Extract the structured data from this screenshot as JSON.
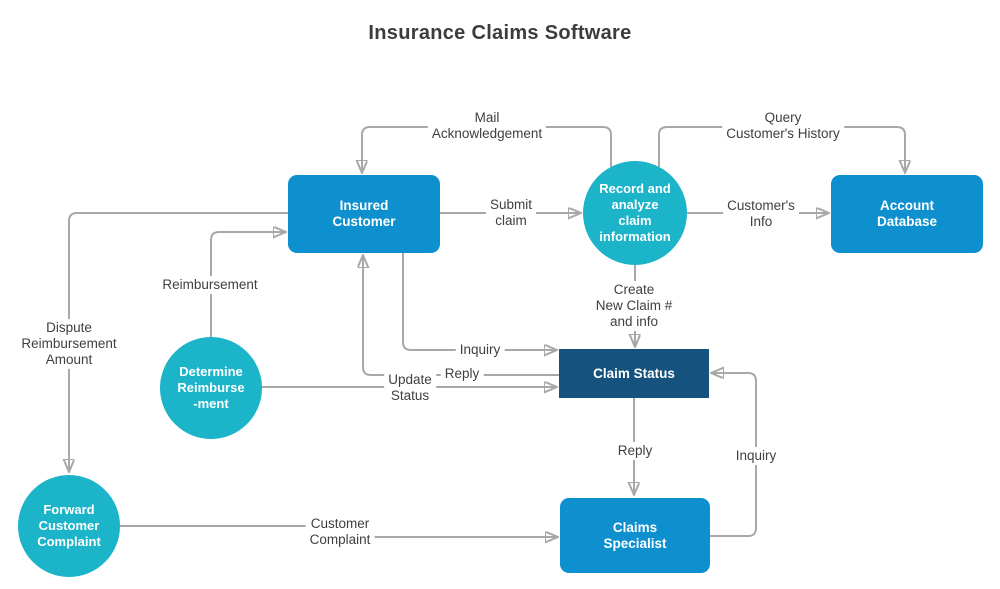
{
  "title": "Insurance Claims Software",
  "colors": {
    "process_fill": "#0e90cf",
    "datastore_fill": "#15537e",
    "circle_fill": "#1cb4c9",
    "connector": "#a8a8a8",
    "label_text": "#404040",
    "title_text": "#3c3c3c"
  },
  "nodes": {
    "insured_customer": "Insured\nCustomer",
    "account_database": "Account\nDatabase",
    "claim_status": "Claim Status",
    "claims_specialist": "Claims\nSpecialist",
    "record_analyze": "Record and\nanalyze\nclaim\ninformation",
    "determine_reimbursement": "Determine\nReimburse\n-ment",
    "forward_complaint": "Forward\nCustomer\nComplaint"
  },
  "edge_labels": {
    "mail_ack": "Mail\nAcknowledgement",
    "query_history": "Query\nCustomer's History",
    "submit_claim": "Submit\nclaim",
    "customers_info": "Customer's\nInfo",
    "create_claim": "Create\nNew Claim #\nand info",
    "reimbursement": "Reimbursement",
    "dispute": "Dispute\nReimbursement\nAmount",
    "inquiry_mid": "Inquiry",
    "reply_mid": "Reply",
    "update_status": "Update\nStatus",
    "reply_bottom": "Reply",
    "inquiry_bottom": "Inquiry",
    "customer_complaint": "Customer\nComplaint"
  }
}
